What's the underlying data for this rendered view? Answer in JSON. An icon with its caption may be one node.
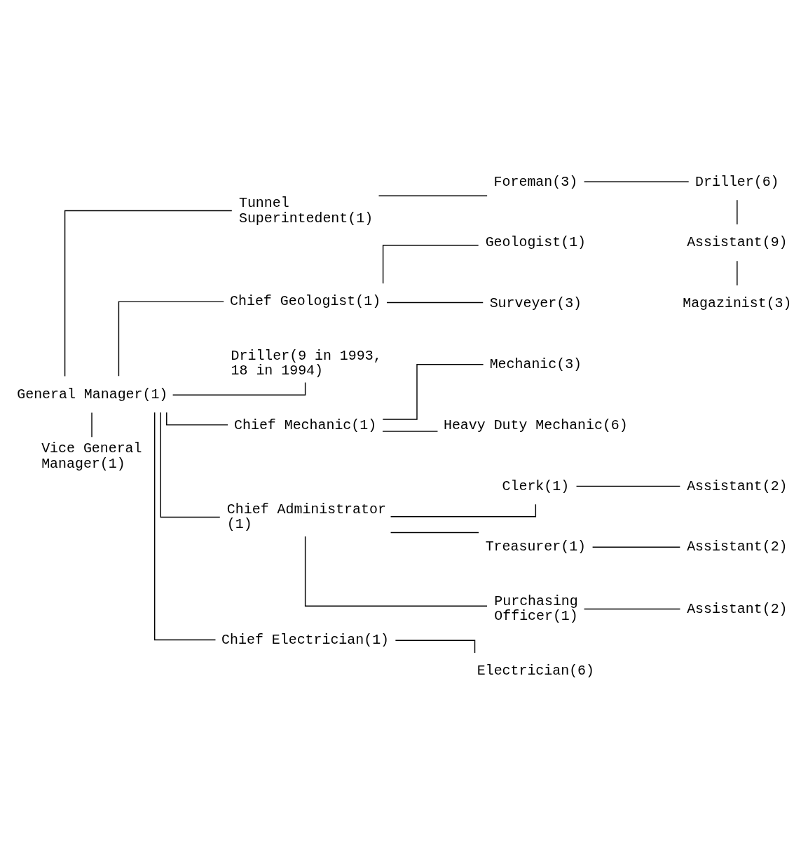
{
  "diagram": {
    "nodes": [
      {
        "text": [
          "General Manager(1)"
        ]
      },
      {
        "text": [
          "Vice General Manager(1)"
        ]
      },
      {
        "text": [
          "Tunnel Superintedent(1)"
        ]
      },
      {
        "text": [
          "Foreman(3)"
        ]
      },
      {
        "text": [
          "Driller(6)"
        ]
      },
      {
        "text": [
          "Assistant(9)"
        ]
      },
      {
        "text": [
          "Magazinist(3)"
        ]
      },
      {
        "text": [
          "Chief Geologist(1)"
        ]
      },
      {
        "text": [
          "Geologist(1)"
        ]
      },
      {
        "text": [
          "Surveyer(3)"
        ]
      },
      {
        "text": [
          "Driller(9 in 1993, 18 in 1994)"
        ]
      },
      {
        "text": [
          "Chief Mechanic(1)"
        ]
      },
      {
        "text": [
          "Mechanic(3)"
        ]
      },
      {
        "text": [
          "Heavy Duty Mechanic(6)"
        ]
      },
      {
        "text": [
          "Chief Administrator (1)"
        ]
      },
      {
        "text": [
          "Clerk(1)"
        ]
      },
      {
        "text": [
          "Assistant(2)"
        ]
      },
      {
        "text": [
          "Treasurer(1)"
        ]
      },
      {
        "text": [
          "Assistant(2)"
        ]
      },
      {
        "text": [
          "Purchasing Officer(1)"
        ]
      },
      {
        "text": [
          "Assistant(2)"
        ]
      },
      {
        "text": [
          "Chief Electrician(1)"
        ]
      },
      {
        "text": [
          "Electrician(6)"
        ]
      }
    ],
    "edges": [
      {
        "from": 0,
        "to": 1,
        "arrow": "none"
      },
      {
        "from": 0,
        "to": 2,
        "arrow": "none"
      },
      {
        "from": 0,
        "to": 7,
        "arrow": "none"
      },
      {
        "from": 0,
        "to": 10,
        "arrow": "none"
      },
      {
        "from": 0,
        "to": 11,
        "arrow": "none"
      },
      {
        "from": 0,
        "to": 14,
        "arrow": "none"
      },
      {
        "from": 0,
        "to": 21,
        "arrow": "none"
      },
      {
        "from": 2,
        "to": 3,
        "arrow": "none"
      },
      {
        "from": 3,
        "to": 4,
        "arrow": "none"
      },
      {
        "from": 4,
        "to": 5,
        "arrow": "none"
      },
      {
        "from": 5,
        "to": 6,
        "arrow": "none"
      },
      {
        "from": 7,
        "to": 8,
        "arrow": "none"
      },
      {
        "from": 7,
        "to": 9,
        "arrow": "none"
      },
      {
        "from": 11,
        "to": 12,
        "arrow": "none"
      },
      {
        "from": 11,
        "to": 13,
        "arrow": "none"
      },
      {
        "from": 14,
        "to": 15,
        "arrow": "none"
      },
      {
        "from": 14,
        "to": 17,
        "arrow": "none"
      },
      {
        "from": 14,
        "to": 19,
        "arrow": "none"
      },
      {
        "from": 15,
        "to": 16,
        "arrow": "none"
      },
      {
        "from": 17,
        "to": 18,
        "arrow": "none"
      },
      {
        "from": 19,
        "to": 20,
        "arrow": "none"
      },
      {
        "from": 21,
        "to": 22,
        "arrow": "none"
      }
    ]
  }
}
